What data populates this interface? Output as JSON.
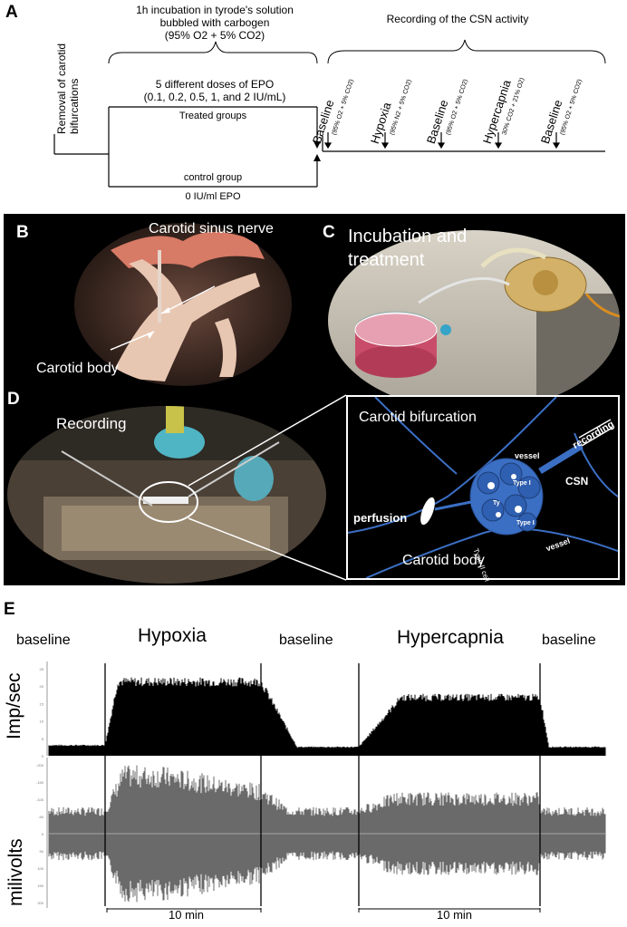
{
  "panelA": {
    "letter": "A",
    "removal": "Removal of carotid bifurcations",
    "incubation": [
      "1h incubation in tyrode's solution",
      "bubbled with carbogen",
      "(95% O2 + 5% CO2)"
    ],
    "doses": [
      "5 different doses of EPO",
      "(0.1, 0.2, 0.5, 1, and 2 IU/mL)"
    ],
    "treated": "Treated groups",
    "control": "control group",
    "zero_dose": "0 IU/ml EPO",
    "recording": "Recording of the CSN activity",
    "phases": [
      {
        "name": "Baseline",
        "gas": "(95% O2 + 5% CO2)"
      },
      {
        "name": "Hypoxia",
        "gas": "(95% N2 + 5% CO2)"
      },
      {
        "name": "Baseline",
        "gas": "(95% O2 + 5% CO2)"
      },
      {
        "name": "Hypercapnia",
        "gas": "30% CO2 + 21% O2)"
      },
      {
        "name": "Baseline",
        "gas": "(95% O2 + 5% CO2)"
      }
    ]
  },
  "panelB": {
    "letter": "B",
    "nerve": "Carotid sinus nerve",
    "body": "Carotid body"
  },
  "panelC": {
    "letter": "C",
    "title_l1": "Incubation and",
    "title_l2": "treatment"
  },
  "panelD": {
    "letter": "D",
    "recording": "Recording",
    "bifurcation": "Carotid bifurcation",
    "vessel_top": "vessel",
    "vessel_bottom": "vessel",
    "recording_small": "recording",
    "csn": "CSN",
    "type1a": "Type I",
    "type1b": "Type I",
    "ty": "Ty",
    "type2": "Type II cell",
    "perfusion": "perfusion",
    "carotid_body": "Carotid body"
  },
  "panelE": {
    "letter": "E",
    "labels": [
      "baseline",
      "Hypoxia",
      "baseline",
      "Hypercapnia",
      "baseline"
    ],
    "ylabel_top": "Imp/sec",
    "ylabel_bottom": "milivolts",
    "scale_left": "10 min",
    "scale_right": "10 min",
    "top_ticks": [
      "25",
      "20",
      "15",
      "10",
      "5",
      "0"
    ],
    "bottom_ticks": [
      "-200",
      "-150",
      "-100",
      "-50",
      "0",
      "50",
      "100",
      "150",
      "200"
    ]
  },
  "colors": {
    "schematic_blue": "#3b6fc4",
    "schematic_bg": "#1a1a1a",
    "trace_black": "#000000",
    "trace_gray": "#6a6a6a"
  }
}
